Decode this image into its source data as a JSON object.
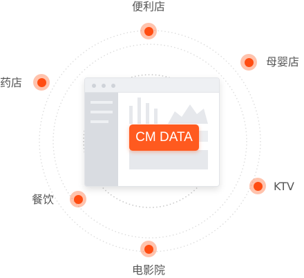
{
  "center": {
    "badge_text": "CM DATA"
  },
  "nodes": [
    {
      "key": "convenience",
      "label": "便利店"
    },
    {
      "key": "maternal",
      "label": "母婴店"
    },
    {
      "key": "ktv",
      "label": "KTV"
    },
    {
      "key": "cinema",
      "label": "电影院"
    },
    {
      "key": "dining",
      "label": "餐饮"
    },
    {
      "key": "pharmacy",
      "label": "药店"
    }
  ],
  "colors": {
    "accent": "#ff5a1f",
    "node_dot": "#ff4d12",
    "ring": "#d8d8d8",
    "label": "#555555"
  }
}
